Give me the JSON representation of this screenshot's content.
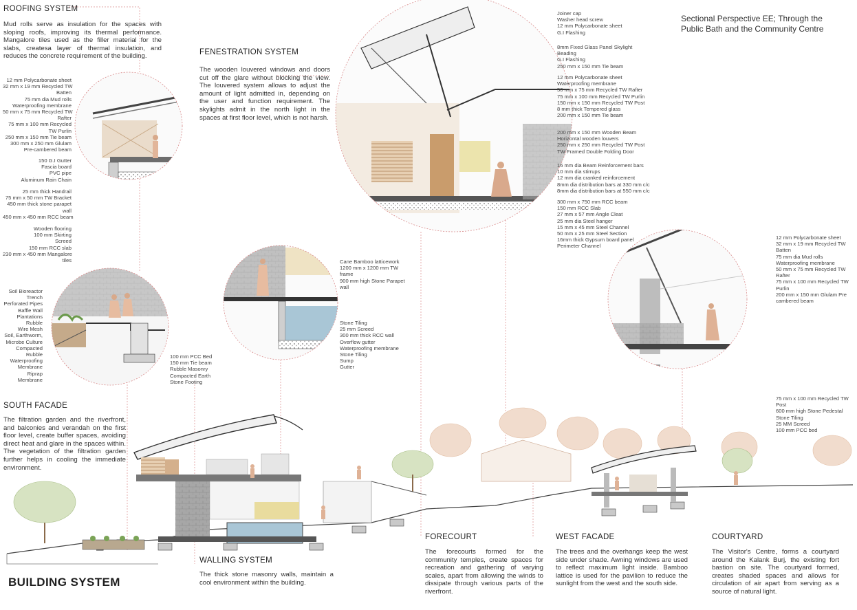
{
  "title": "Sectional Perspective EE; Through the Public Bath and the Community Centre",
  "footer_title": "BUILDING SYSTEM",
  "roofing": {
    "heading": "ROOFING SYSTEM",
    "text": "Mud rolls serve as insulation for the spaces with sloping roofs, improving its thermal performance. Mangalore tiles used as the filler material for the slabs, createsa layer of thermal insulation, and reduces the concrete requirement of the building."
  },
  "fenestration": {
    "heading": "FENESTRATION SYSTEM",
    "text": "The wooden louvered windows and doors cut off the glare without blocking the view. The louvered system allows to adjust the amount of light admitted in, depending on the user and function requirement. The skylights admit in the north light in the spaces at first floor level, which is not harsh."
  },
  "south_facade": {
    "heading": "SOUTH FACADE",
    "text": "The filtration garden and the riverfront, and balconies and verandah on the first floor level, create buffer spaces, avoiding direct heat and glare in the spaces within. The vegetation of the filtration garden further helps in cooling the immediate environment."
  },
  "walling": {
    "heading": "WALLING SYSTEM",
    "text": "The thick stone masonry walls, maintain a cool environment within the building."
  },
  "forecourt": {
    "heading": "FORECOURT",
    "text": "The forecourts formed for the community temples, create spaces for recreation and gathering of varying scales, apart from allowing the winds to dissipate through various parts of the riverfront."
  },
  "west_facade": {
    "heading": "WEST FACADE",
    "text": "The trees and the overhangs keep the west side under shade. Awning windows are used to reflect maximum light inside. Bamboo lattice is used for the pavilion to reduce the sunlight from the west and the south side."
  },
  "courtyard": {
    "heading": "COURTYARD",
    "text": "The Visitor's Centre, forms a courtyard around the Kalank Burj, the existing fort bastion on site. The courtyard formed, creates shaded spaces and allows for circulation of air apart from serving as a source of natural light."
  },
  "specs": {
    "roof_left": [
      "12 mm Polycarbonate sheet",
      "32 mm x 19 mm Recycled TW",
      "Batten",
      "75 mm dia Mud rolls",
      "Waterproofing membrane",
      "50 mm x 75 mm Recycled TW",
      "Rafter",
      "75 mm x 100 mm Recycled",
      "TW Purlin",
      "250 mm x 150 mm Tie beam",
      "300 mm x 250 mm Glulam",
      "Pre-cambered beam"
    ],
    "gutter": [
      "150 G.I Gutter",
      "Fascia board",
      "PVC pipe",
      "Aluminum Rain Chain"
    ],
    "handrail": [
      "25 mm thick Handrail",
      "75 mm x 50 mm TW Bracket",
      "450 mm thick stone parapet",
      "wall",
      "450 mm x 450 mm RCC beam"
    ],
    "flooring": [
      "Wooden flooring",
      "100 mm Skirting",
      "Screed",
      "150 mm RCC slab",
      "230 mm x 450 mm Mangalore",
      "tiles"
    ],
    "bioreactor": [
      "Soil Bioreactor",
      "Trench",
      "Perforated Pipes",
      "Baffle Wall",
      "Plantations",
      "Rubble",
      "Wire Mesh",
      "Soil, Earthworm,",
      "Microbe Culture",
      "Compacted",
      "Rubble",
      "Waterproofing",
      "Membrane",
      "Riprap",
      "Membrane"
    ],
    "footing": [
      "100 mm PCC Bed",
      "150 mm Tie beam",
      "Rubble Masonry",
      "Compacted Earth",
      "Stone Footing"
    ],
    "lattice": [
      "Cane Bamboo latticework",
      "1200 mm x 1200 mm TW",
      "frame",
      "900 mm high Stone Parapet",
      "wall"
    ],
    "tiling": [
      "Stone Tiling",
      "25 mm Screed",
      "300 mm thick RCC wall",
      "Overflow gutter",
      "Waterproofing membrane",
      "Stone Tiling",
      "Sump",
      "Gutter"
    ],
    "skylight_top": [
      "Joiner cap",
      "Washer head screw",
      "12 mm Polycarbonate sheet",
      "G.I Flashing"
    ],
    "skylight_glass": [
      "8mm Fixed Glass Panel Skylight",
      "Beading",
      "G.I Flashing",
      "250 mm x 150 mm Tie beam"
    ],
    "skylight_roof": [
      "12 mm Polycarbonate sheet",
      "Waterproofing membrane",
      "50 mm x 75 mm Recycled TW Rafter",
      "75 mm x 100 mm Recycled TW Purlin",
      "150 mm x 150 mm Recycled TW Post",
      "8 mm thick Tempered glass",
      "200 mm x 150 mm Tie beam"
    ],
    "louvers": [
      "200 mm x 150 mm Wooden Beam",
      "Horizontal wooden louvers",
      "250 mm x 250 mm Recycled TW Post",
      "TW Framed Double Folding Door"
    ],
    "rebar": [
      "16 mm dia Beam Reinforcement bars",
      "10 mm dia stirrups",
      "12 mm dia cranked reinforcement",
      "8mm dia distribution bars at 330 mm c/c",
      "8mm dia distribution bars at 550 mm c/c"
    ],
    "beam_slab": [
      "300 mm x 750 mm RCC beam",
      "150 mm RCC Slab",
      "27 mm x 57 mm Angle Cleat",
      "25 mm dia Steel hanger",
      "15 mm x 45 mm Steel Channel",
      "50 mm x 25 mm Steel Section",
      "16mm thick Gypsum board panel",
      "Perimeter Channel"
    ],
    "roof_right": [
      "12 mm Polycarbonate sheet",
      "32 mm x 19 mm Recycled TW",
      "Batten",
      "75 mm dia Mud rolls",
      "Waterproofing membrane",
      "50 mm x 75 mm Recycled TW",
      "Rafter",
      "75 mm x 100 mm Recycled TW",
      "Purlin",
      "200 mm x 150 mm Glulam Pre",
      "cambered beam"
    ],
    "pedestal": [
      "75 mm x 100 mm Recycled TW",
      "Post",
      "600 mm high Stone Pedestal",
      "Stone Tiling",
      "25 MM Screed",
      "100 mm PCC bed"
    ]
  },
  "colors": {
    "leader": "#d98a8a",
    "wood": "#d8b48e",
    "stone": "#8c8c8c",
    "water": "#a9c6d6",
    "tree": "#e8c8b0"
  }
}
